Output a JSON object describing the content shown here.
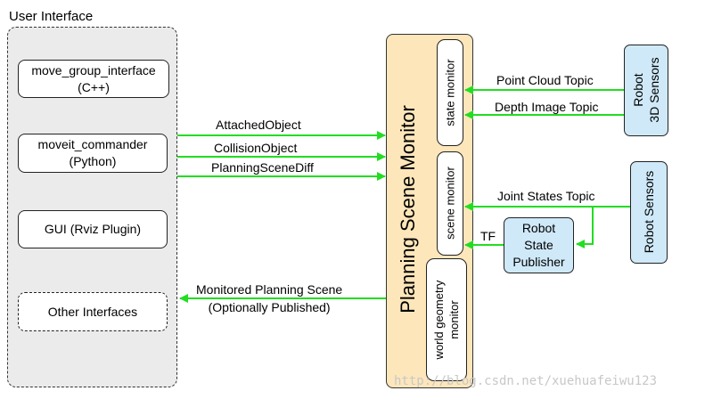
{
  "user_interface": {
    "title": "User Interface",
    "items": [
      {
        "line1": "move_group_interface",
        "line2": "(C++)"
      },
      {
        "line1": "moveit_commander",
        "line2": "(Python)"
      },
      {
        "line1": "GUI (Rviz Plugin)",
        "line2": ""
      },
      {
        "line1": "Other Interfaces",
        "line2": ""
      }
    ]
  },
  "planning_scene_monitor": {
    "title": "Planning Scene Monitor",
    "monitors": {
      "state": "state monitor",
      "scene": "scene monitor",
      "world_line1": "world geometry",
      "world_line2": "monitor"
    }
  },
  "arrows": {
    "attached_object": "AttachedObject",
    "collision_object": "CollisionObject",
    "planning_scene_diff": "PlanningSceneDiff",
    "monitored_line1": "Monitored Planning Scene",
    "monitored_line2": "(Optionally Published)",
    "point_cloud": "Point Cloud Topic",
    "depth_image": "Depth Image Topic",
    "joint_states": "Joint States Topic",
    "tf": "TF"
  },
  "sensors": {
    "robot_3d_line1": "Robot",
    "robot_3d_line2": "3D Sensors",
    "robot_sensors": "Robot Sensors"
  },
  "robot_state_publisher": {
    "line1": "Robot",
    "line2": "State",
    "line3": "Publisher"
  },
  "watermark": "http://blog.csdn.net/xuehuafeiwu123",
  "colors": {
    "arrow": "#22dd22",
    "psm_fill": "#fde6ba",
    "ui_panel": "#ebebeb",
    "sensor_fill": "#cfe9f8"
  }
}
